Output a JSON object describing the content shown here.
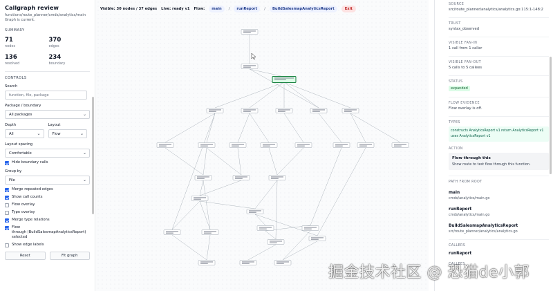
{
  "sidebar": {
    "title": "Callgraph review",
    "subtitle_line1": "functions/route_planner/cmds/analytics/main",
    "subtitle_line2": "Graph is current.",
    "summary_label": "SUMMARY",
    "stats": [
      {
        "value": "71",
        "label": "nodes"
      },
      {
        "value": "370",
        "label": "edges"
      },
      {
        "value": "136",
        "label": "resolved"
      },
      {
        "value": "234",
        "label": "boundary"
      }
    ],
    "controls_label": "CONTROLS",
    "search_label": "Search",
    "search_placeholder": "function, file, package",
    "package_label": "Package / boundary",
    "package_value": "All packages",
    "depth_label": "Depth",
    "depth_value": "All",
    "layout_label": "Layout",
    "layout_value": "Flow",
    "spacing_label": "Layout spacing",
    "spacing_value": "Comfortable",
    "hide_boundary": "Hide boundary calls",
    "group_label": "Group by",
    "group_value": "File",
    "checks": [
      {
        "label": "Merge repeated edges",
        "on": true
      },
      {
        "label": "Show call counts",
        "on": true
      },
      {
        "label": "Flow overlay",
        "on": false
      },
      {
        "label": "Type overlay",
        "on": false
      },
      {
        "label": "Merge type relations",
        "on": true
      }
    ],
    "flow_through_line1": "Flow",
    "flow_through_line2": "through (BuildSalesmapAnalyticsReport)",
    "flow_through_line3": "selected",
    "show_edge_labels": "Show edge labels",
    "reset_button": "Reset",
    "fit_button": "Fit graph"
  },
  "topbar": {
    "visible": "Visible: 30 nodes / 37 edges",
    "live": "Live: ready v1",
    "flow_label": "Flow:",
    "crumbs": [
      "main",
      "runReport",
      "BuildSalesmapAnalyticsReport"
    ],
    "exit_label": "Exit"
  },
  "panel": {
    "source_label": "SOURCE",
    "source_value": "src/route_planner/analytics/analytics.go:115:1-148:2",
    "trust_label": "TRUST",
    "trust_value": "syntax_observed",
    "fanin_label": "VISIBLE FAN-IN",
    "fanin_value": "1 call from 1 caller",
    "fanout_label": "VISIBLE FAN-OUT",
    "fanout_value": "5 calls to 5 callees",
    "status_label": "STATUS",
    "status_value": "expanded",
    "evidence_label": "FLOW EVIDENCE",
    "evidence_value": "Flow overlay is off.",
    "types_label": "TYPES",
    "types_line1": "constructs AnalyticsReport v1    return AnalyticsReport v1",
    "types_line2": "uses AnalyticsReport v1",
    "action_label": "ACTION",
    "action_title": "Flow through this",
    "action_desc": "Show route to test flow through this function.",
    "path_label": "PATH FROM ROOT",
    "path": [
      {
        "name": "main",
        "file": "cmds/analytics/main.go"
      },
      {
        "name": "runReport",
        "file": "cmds/analytics/main.go"
      },
      {
        "name": "BuildSalesmapAnalyticsReport",
        "file": "src/route_planner/analytics/analytics.go"
      }
    ],
    "callers_label": "CALLERS",
    "caller_name": "runReport",
    "callees_label": "CALLEES"
  },
  "watermark": "掘金技术社区 @ 恐猫de小郭",
  "colors": {
    "accent": "#2563eb",
    "selected_node": "#15803d",
    "exit": "#b91c1c",
    "edge": "#9aa3ad"
  }
}
